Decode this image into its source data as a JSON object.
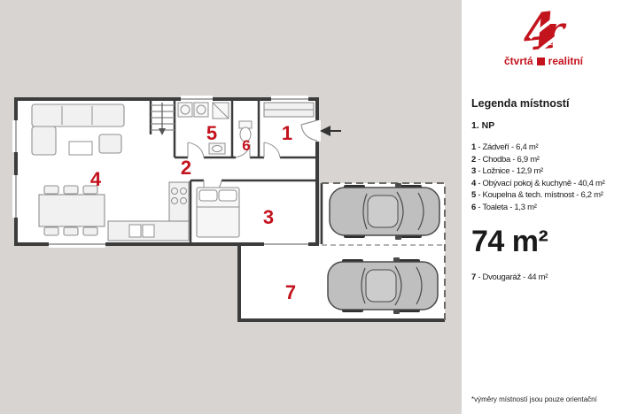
{
  "brand": {
    "glyph_4": "4",
    "glyph_r": "r",
    "name_left": "čtvrtá",
    "name_right": "realitní",
    "accent_color": "#c3131d"
  },
  "legend": {
    "title": "Legenda místností",
    "floor": "1. NP",
    "rooms": [
      {
        "num": "1",
        "rest": "- Zádveří - 6,4 m²"
      },
      {
        "num": "2",
        "rest": "- Chodba - 6,9 m²"
      },
      {
        "num": "3",
        "rest": "- Ložnice - 12,9 m²"
      },
      {
        "num": "4",
        "rest": "- Obývací pokoj & kuchyně - 40,4 m²"
      },
      {
        "num": "5",
        "rest": "- Koupelna & tech. místnost - 6,2 m²"
      },
      {
        "num": "6",
        "rest": "- Toaleta - 1,3 m²"
      }
    ],
    "total_area": "74 m²",
    "garage": {
      "num": "7",
      "rest": "- Dvougaráž - 44 m²"
    },
    "footnote": "*výměry místností jsou pouze orientační"
  },
  "floorplan": {
    "numbers": {
      "r1": "1",
      "r2": "2",
      "r3": "3",
      "r4": "4",
      "r5": "5",
      "r6": "6",
      "r7": "7"
    },
    "number_color": "#c3131d",
    "background_color": "#d7d4d1",
    "wall_color": "#3c3c3c"
  }
}
